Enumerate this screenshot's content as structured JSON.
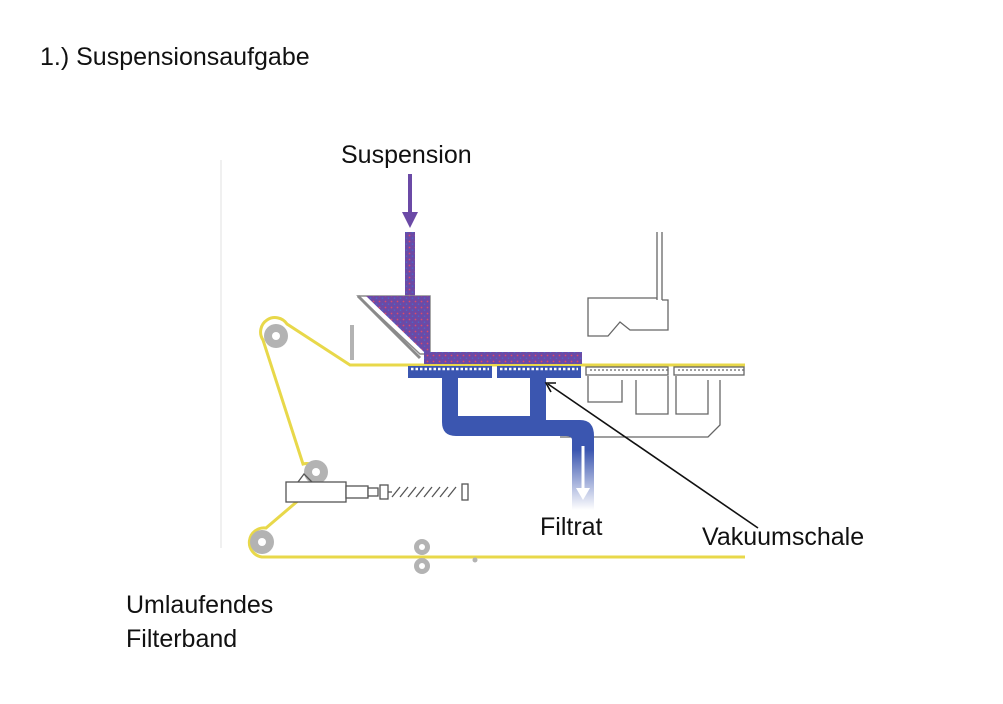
{
  "heading": "1.) Suspensionsaufgabe",
  "labels": {
    "suspension": "Suspension",
    "filtrat": "Filtrat",
    "vakuumschale": "Vakuumschale",
    "filterband_line1": "Umlaufendes",
    "filterband_line2": "Filterband"
  },
  "colors": {
    "belt": "#e8d84a",
    "vacuum_tray": "#3b56b0",
    "suspension": "#6b4aa6",
    "roller": "#b3b3b3",
    "outline": "#555555"
  }
}
